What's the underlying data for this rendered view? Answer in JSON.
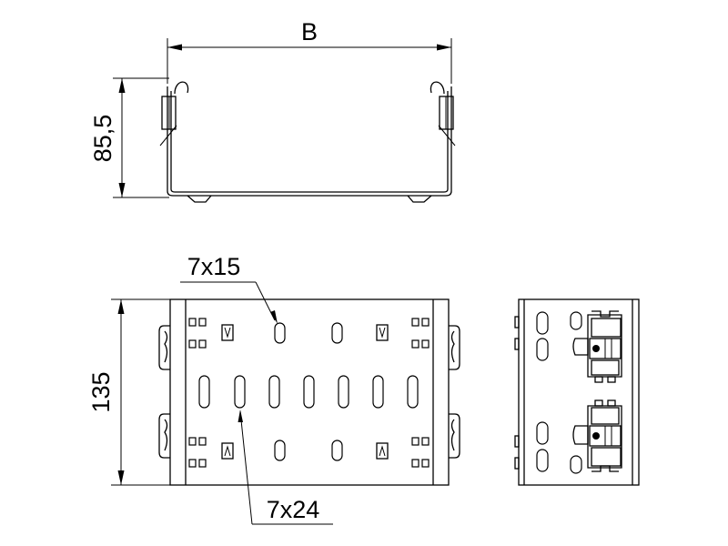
{
  "labels": {
    "width": "B",
    "height": "85,5",
    "length": "135",
    "hole_small": "7x15",
    "hole_large": "7x24"
  }
}
